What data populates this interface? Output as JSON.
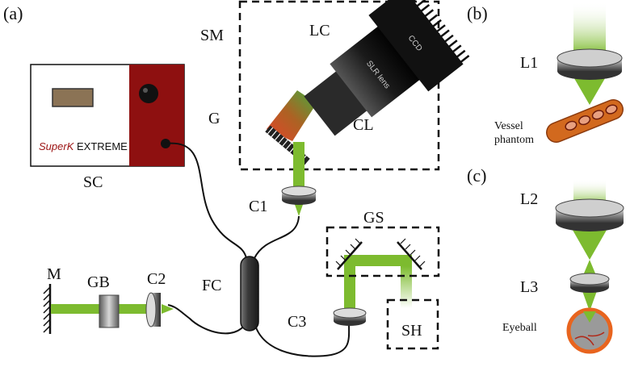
{
  "panels": {
    "a": "(a)",
    "b": "(b)",
    "c": "(c)"
  },
  "labels": {
    "SM": "SM",
    "LC": "LC",
    "G": "G",
    "CL": "CL",
    "SC": "SC",
    "C1": "C1",
    "GS": "GS",
    "M": "M",
    "GB": "GB",
    "C2": "C2",
    "FC": "FC",
    "C3": "C3",
    "SH": "SH",
    "L1": "L1",
    "L2": "L2",
    "L3": "L3",
    "vessel_line1": "Vessel",
    "vessel_line2": "phantom",
    "eyeball": "Eyeball"
  },
  "source": {
    "brand_italic": "SuperK",
    "brand_rest": " EXTREME"
  },
  "camera": {
    "ccd": "CCD",
    "lens": "SLR lens"
  },
  "colors": {
    "beam": "#7dbb2f",
    "source_red": "#8e1010",
    "phantom": "#d2691e",
    "eye_ring": "#e8641e"
  }
}
